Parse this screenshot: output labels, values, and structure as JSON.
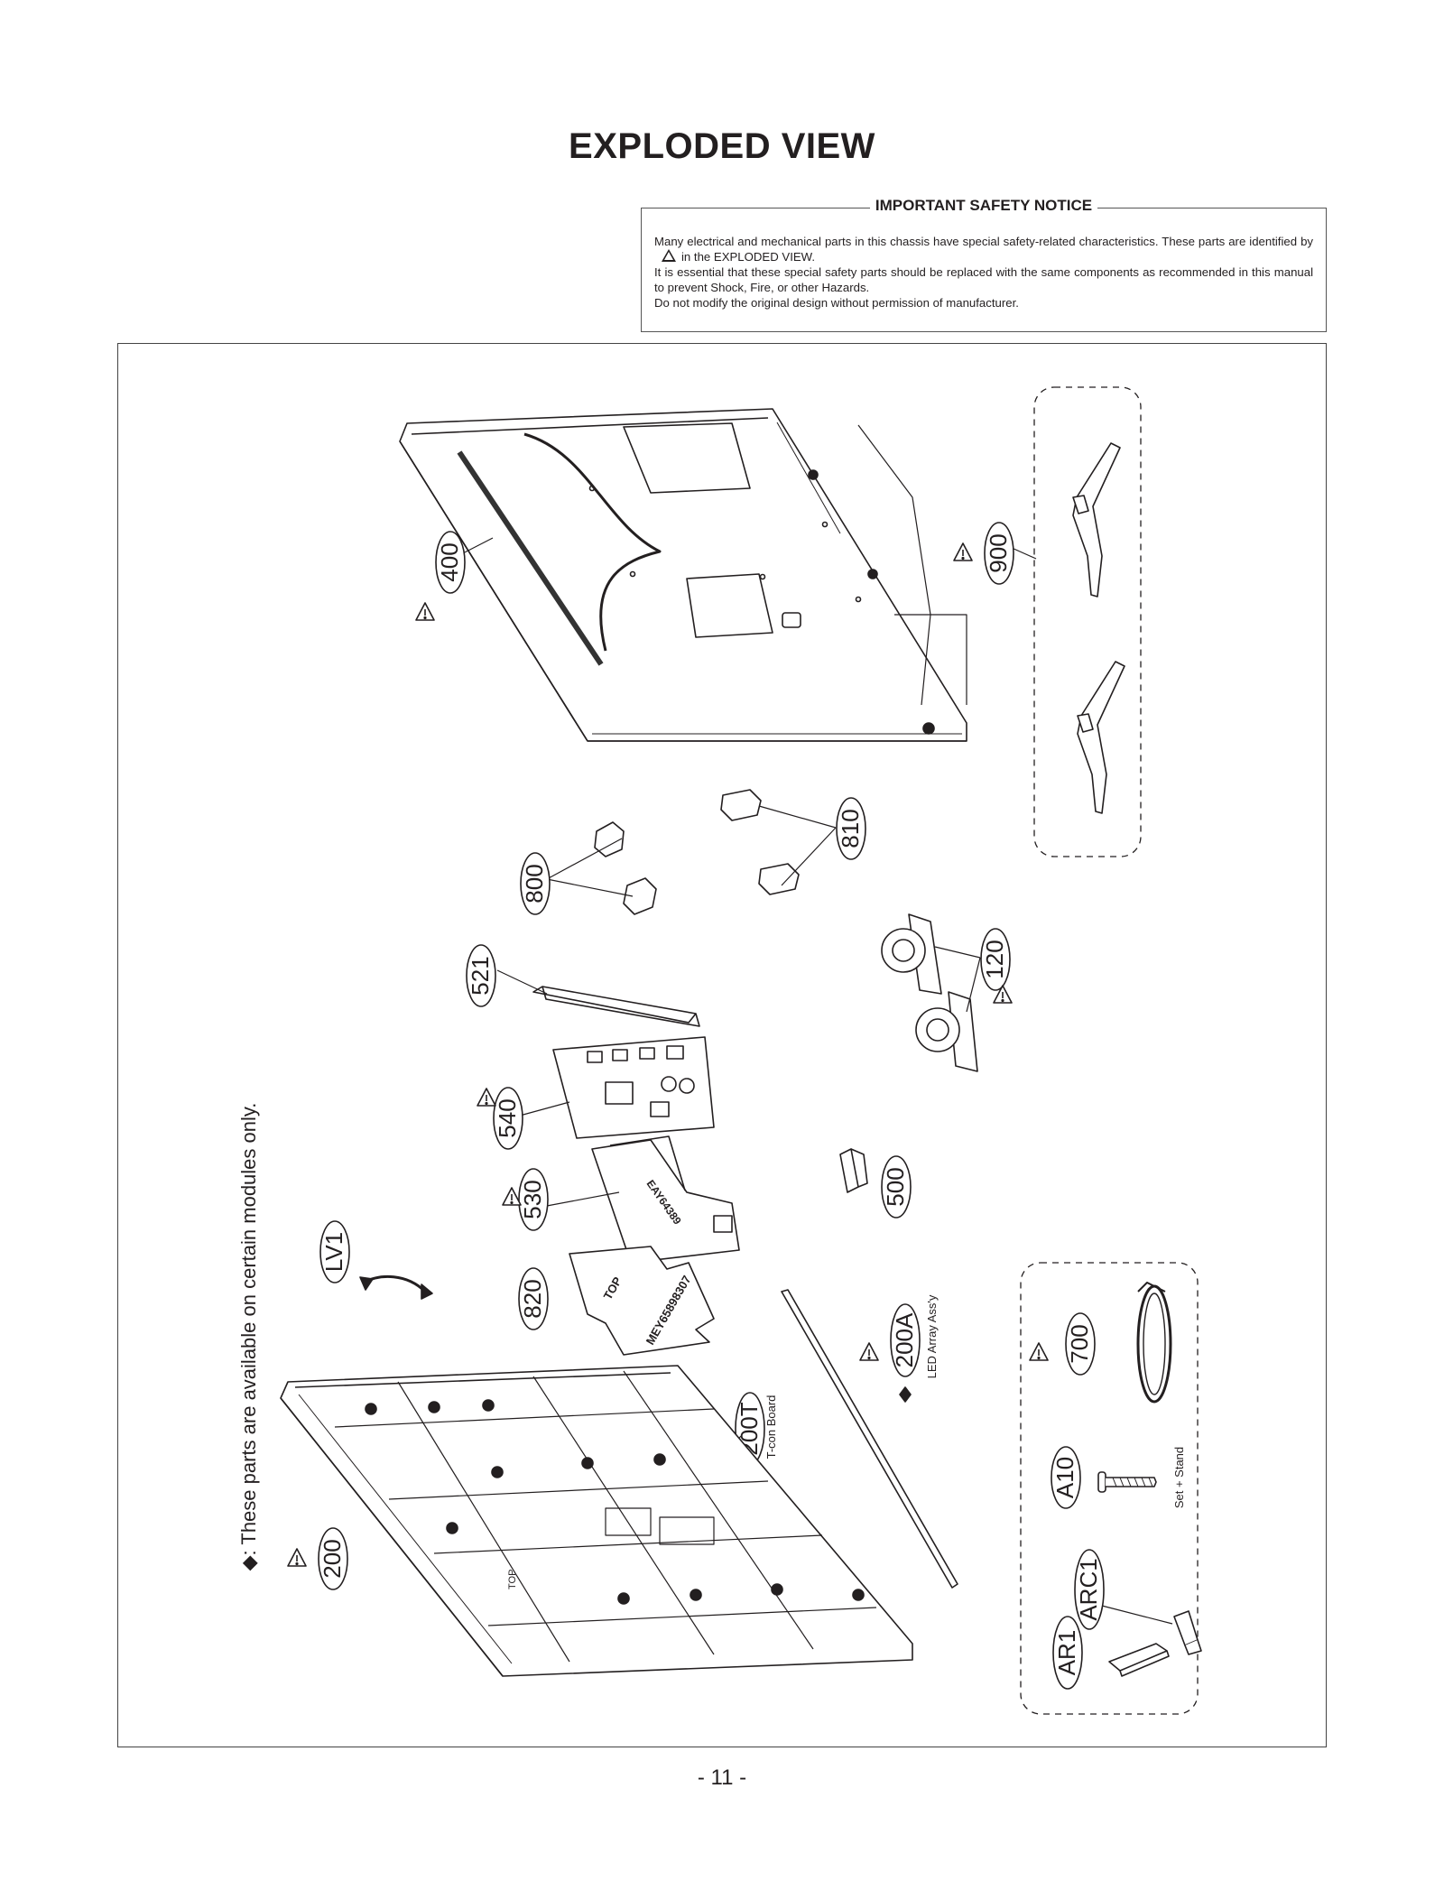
{
  "page": {
    "title": "EXPLODED VIEW",
    "page_number": "- 11 -"
  },
  "notice": {
    "heading": "IMPORTANT SAFETY NOTICE",
    "line1": "Many electrical and mechanical parts in this chassis have special safety-related characteristics. These parts are identified by",
    "line1_tail": "in the EXPLODED VIEW.",
    "line2": "It is essential that these special safety parts should be replaced with the same components as recommended in this manual to prevent Shock, Fire, or other Hazards.",
    "line3": "Do not modify the original design without permission of manufacturer."
  },
  "diagram": {
    "side_note": "◆: These parts are available on certain modules only.",
    "parts": {
      "p400": "400",
      "p900": "900",
      "p800": "800",
      "p810": "810",
      "p120": "120",
      "p521": "521",
      "p540": "540",
      "p530": "530",
      "p500": "500",
      "p820": "820",
      "pLV1": "LV1",
      "p200A": "200A",
      "p200T": "200T",
      "p200": "200",
      "p700": "700",
      "pA10": "A10",
      "pARC1": "ARC1",
      "pAR1": "AR1"
    },
    "captions": {
      "led_array": "LED Array Ass'y",
      "tcon": "T-con Board",
      "set_stand": "Set + Stand"
    },
    "part_markings": {
      "top": "TOP",
      "code_820": "MEY65898307",
      "code_530": "EAY64389",
      "front_top": "TOP"
    }
  }
}
